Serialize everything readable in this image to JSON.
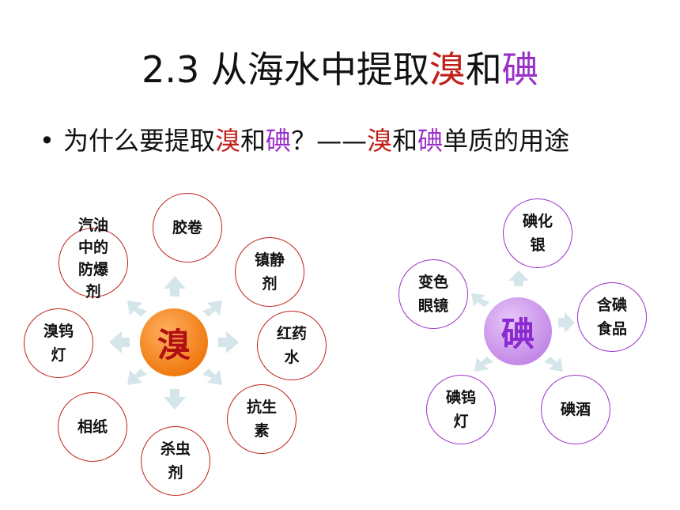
{
  "title": {
    "prefix": "2.3 从海水中提取",
    "bromine": "溴",
    "middle": "和",
    "iodine": "碘"
  },
  "bullet": {
    "dot": "•",
    "part1": "为什么要提取",
    "bromine": "溴",
    "and1": "和",
    "iodine": "碘",
    "part2": "？——",
    "bromine2": "溴",
    "and2": "和",
    "iodine2": "碘",
    "part3": "单质的用途"
  },
  "bromine_diagram": {
    "center": "溴",
    "uses": [
      {
        "line1": "胶卷",
        "line2": ""
      },
      {
        "line1": "镇静",
        "line2": "剂"
      },
      {
        "line1": "红药",
        "line2": "水"
      },
      {
        "line1": "抗生",
        "line2": "素"
      },
      {
        "line1": "杀虫",
        "line2": "剂"
      },
      {
        "line1": "相纸",
        "line2": ""
      },
      {
        "line1": "溴钨",
        "line2": "灯"
      },
      {
        "line1": "汽油",
        "line2": "中的",
        "line3": "防爆",
        "line4": "剂"
      }
    ]
  },
  "iodine_diagram": {
    "center": "碘",
    "uses": [
      {
        "line1": "碘化",
        "line2": "银"
      },
      {
        "line1": "含碘",
        "line2": "食品"
      },
      {
        "line1": "碘酒",
        "line2": ""
      },
      {
        "line1": "碘钨",
        "line2": "灯"
      },
      {
        "line1": "变色",
        "line2": "眼镜"
      }
    ]
  },
  "colors": {
    "bromine": "#c0201a",
    "iodine": "#9b30c8",
    "arrow": "#d4e6ea"
  }
}
